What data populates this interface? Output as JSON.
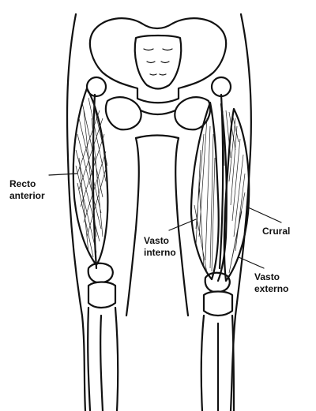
{
  "diagram": {
    "labels": {
      "recto_anterior": [
        "Recto",
        "anterior"
      ],
      "vasto_interno": [
        "Vasto",
        "interno"
      ],
      "crural": "Crural",
      "vasto_externo": [
        "Vasto",
        "externo"
      ]
    },
    "colors": {
      "ink": "#111111",
      "background": "#ffffff"
    }
  }
}
